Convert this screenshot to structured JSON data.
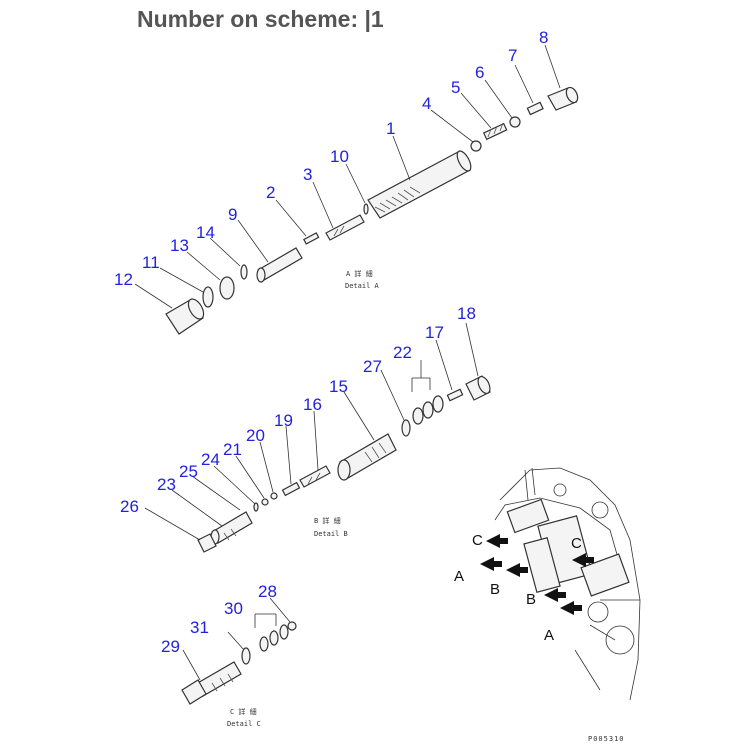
{
  "header": {
    "title": "Number on scheme: |1"
  },
  "details": [
    {
      "label_cjk": "A 詳 細",
      "label": "Detail A"
    },
    {
      "label_cjk": "B 詳 細",
      "label": "Detail B"
    },
    {
      "label_cjk": "C 詳 細",
      "label": "Detail C"
    }
  ],
  "callouts": {
    "detail_a": [
      "1",
      "2",
      "3",
      "4",
      "5",
      "6",
      "7",
      "8",
      "9",
      "10",
      "11",
      "12",
      "13",
      "14"
    ],
    "detail_b": [
      "15",
      "16",
      "17",
      "18",
      "19",
      "20",
      "21",
      "22",
      "23",
      "24",
      "25",
      "26",
      "27"
    ],
    "detail_c": [
      "28",
      "29",
      "30",
      "31"
    ]
  },
  "overview_views": [
    "A",
    "B",
    "C",
    "A",
    "B",
    "C"
  ],
  "figure_code": "P005310",
  "colors": {
    "callout": "#2222dd",
    "title": "#555555",
    "line": "#333333"
  }
}
